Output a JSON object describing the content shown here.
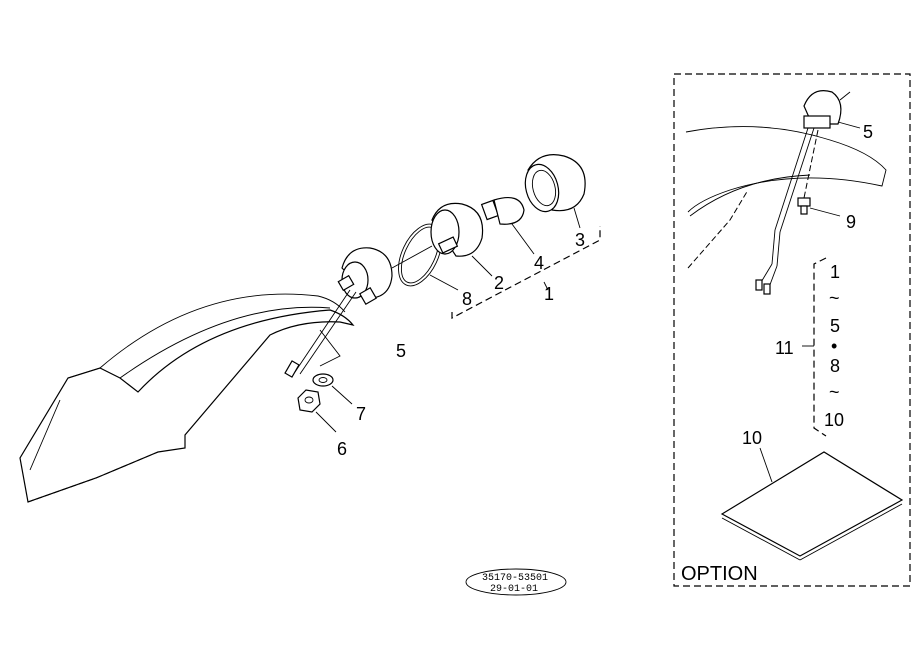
{
  "callouts": {
    "c1": "1",
    "c2": "2",
    "c3": "3",
    "c4": "4",
    "c5": "5",
    "c6": "6",
    "c7": "7",
    "c8": "8",
    "opt5": "5",
    "opt9": "9",
    "opt10": "10",
    "opt11": "11"
  },
  "option_group": {
    "label": "OPTION",
    "range": [
      "1",
      "~",
      "5",
      "•",
      "8",
      "~",
      "10"
    ]
  },
  "stamp": {
    "line1": "35170-53501",
    "line2": "29-01-01"
  },
  "icons": [
    "fender",
    "lamp-housing",
    "lamp-base",
    "bulb",
    "lens-cap",
    "gasket",
    "nut",
    "washer",
    "bolt",
    "manual-booklet"
  ]
}
